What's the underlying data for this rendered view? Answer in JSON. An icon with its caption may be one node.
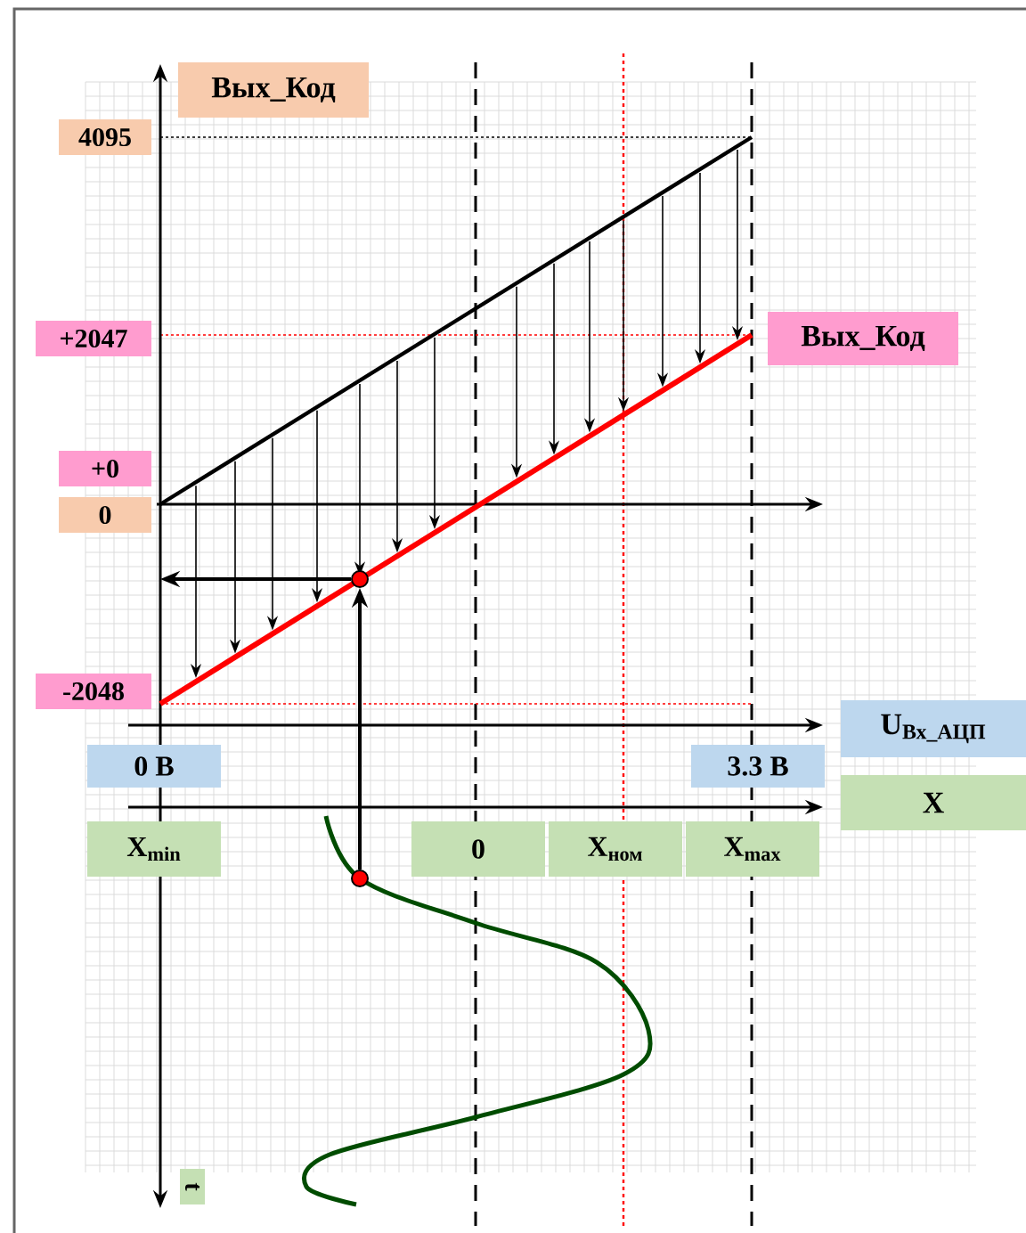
{
  "diagram": {
    "nodes": [
      {
        "text": [
          "Вых_Код"
        ]
      },
      {
        "text": [
          "4095"
        ]
      },
      {
        "text": [
          "+2047"
        ]
      },
      {
        "text": [
          "Вых_Код"
        ]
      },
      {
        "text": [
          "+0"
        ]
      },
      {
        "text": [
          "0"
        ]
      },
      {
        "text": [],
        "shape": "circle"
      },
      {
        "text": [
          "-2048"
        ]
      },
      {
        "text": [
          "U$_{Вх_АЦП}$"
        ]
      },
      {
        "text": [
          "0 В"
        ]
      },
      {
        "text": [
          "3.3 В"
        ]
      },
      {
        "text": [
          "X"
        ]
      },
      {
        "text": [
          "X$_{min}$"
        ]
      },
      {
        "text": [
          "0"
        ]
      },
      {
        "text": [
          "X$_{ном}$"
        ]
      },
      {
        "text": [
          "X$_{max}$"
        ]
      },
      {
        "text": [],
        "shape": "circle"
      },
      {
        "text": [
          "t"
        ]
      }
    ],
    "edges": [
      {
        "from": 16,
        "to": 6,
        "arrow": "to"
      },
      {
        "from": 6,
        "to": null,
        "arrow": "to"
      }
    ]
  }
}
